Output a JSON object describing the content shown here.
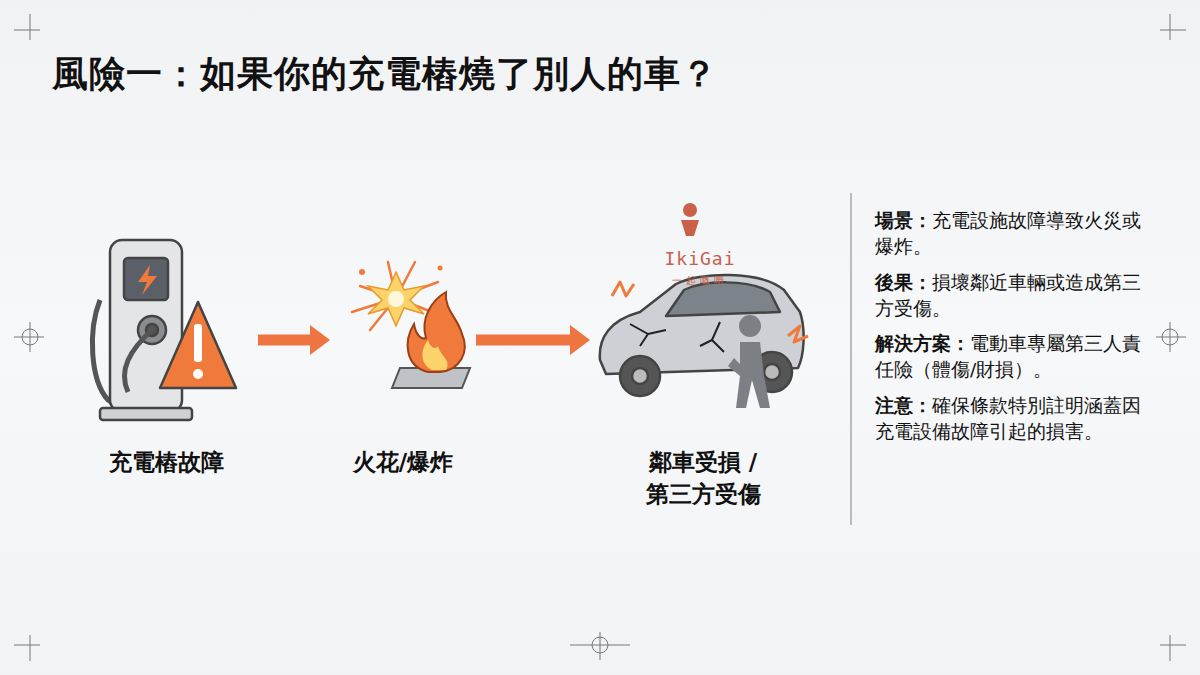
{
  "diagram": {
    "title": "風險一：如果你的充電樁燒了別人的車？",
    "nodes": [
      {
        "text": [
          "充電樁故障"
        ]
      },
      {
        "text": [
          "火花/爆炸"
        ]
      },
      {
        "text": [
          "鄰車受損 / 第三方受傷"
        ]
      }
    ],
    "edges": [
      {
        "from": 0,
        "to": 1,
        "arrow": "to"
      },
      {
        "from": 1,
        "to": 2,
        "arrow": "to"
      }
    ],
    "labels": [
      "場景：",
      "充電設施故障導致火災或爆炸。",
      "後果：",
      "損壞鄰近車輛或造成第三方受傷。",
      "解決方案：",
      "電動車專屬第三人責任險（體傷/財損）。",
      "注意：",
      "確保條款特別註明涵蓋因充電設備故障引起的損害。",
      "IkiGai",
      "一起嘅嘢"
    ]
  }
}
